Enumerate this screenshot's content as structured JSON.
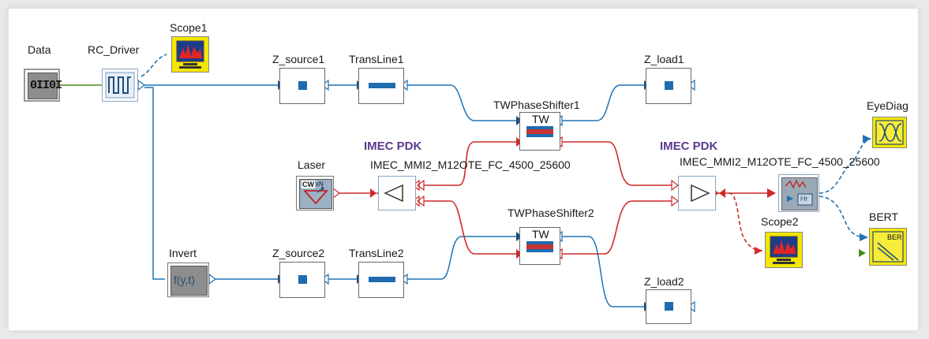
{
  "components": {
    "data": "Data",
    "rc_driver": "RC_Driver",
    "scope1": "Scope1",
    "z_source1": "Z_source1",
    "transline1": "TransLine1",
    "z_load1": "Z_load1",
    "twps1": "TWPhaseShifter1",
    "tw_badge": "TW",
    "eyediag": "EyeDiag",
    "pdk_left": "IMEC PDK",
    "pdk_right": "IMEC PDK",
    "laser": "Laser",
    "mmi_left": "IMEC_MMI2_M12OTE_FC_4500_25600",
    "mmi_right": "IMEC_MMI2_M12OTE_FC_4500_25600",
    "bert": "BERT",
    "twps2": "TWPhaseShifter2",
    "scope2": "Scope2",
    "invert": "Invert",
    "z_source2": "Z_source2",
    "transline2": "TransLine2",
    "z_load2": "Z_load2"
  },
  "icon_text": {
    "data_bits": "0II0I",
    "laser_cw": "CW",
    "laser_n": "xN",
    "invert_fn": "f(y,t)",
    "eye_hr": "Hr",
    "bert_text": "BER"
  },
  "colors": {
    "electrical": "#1f73b7",
    "optical": "#d12a2a",
    "data_link": "#4a8a1a",
    "pdk_label": "#5a3a8c"
  }
}
